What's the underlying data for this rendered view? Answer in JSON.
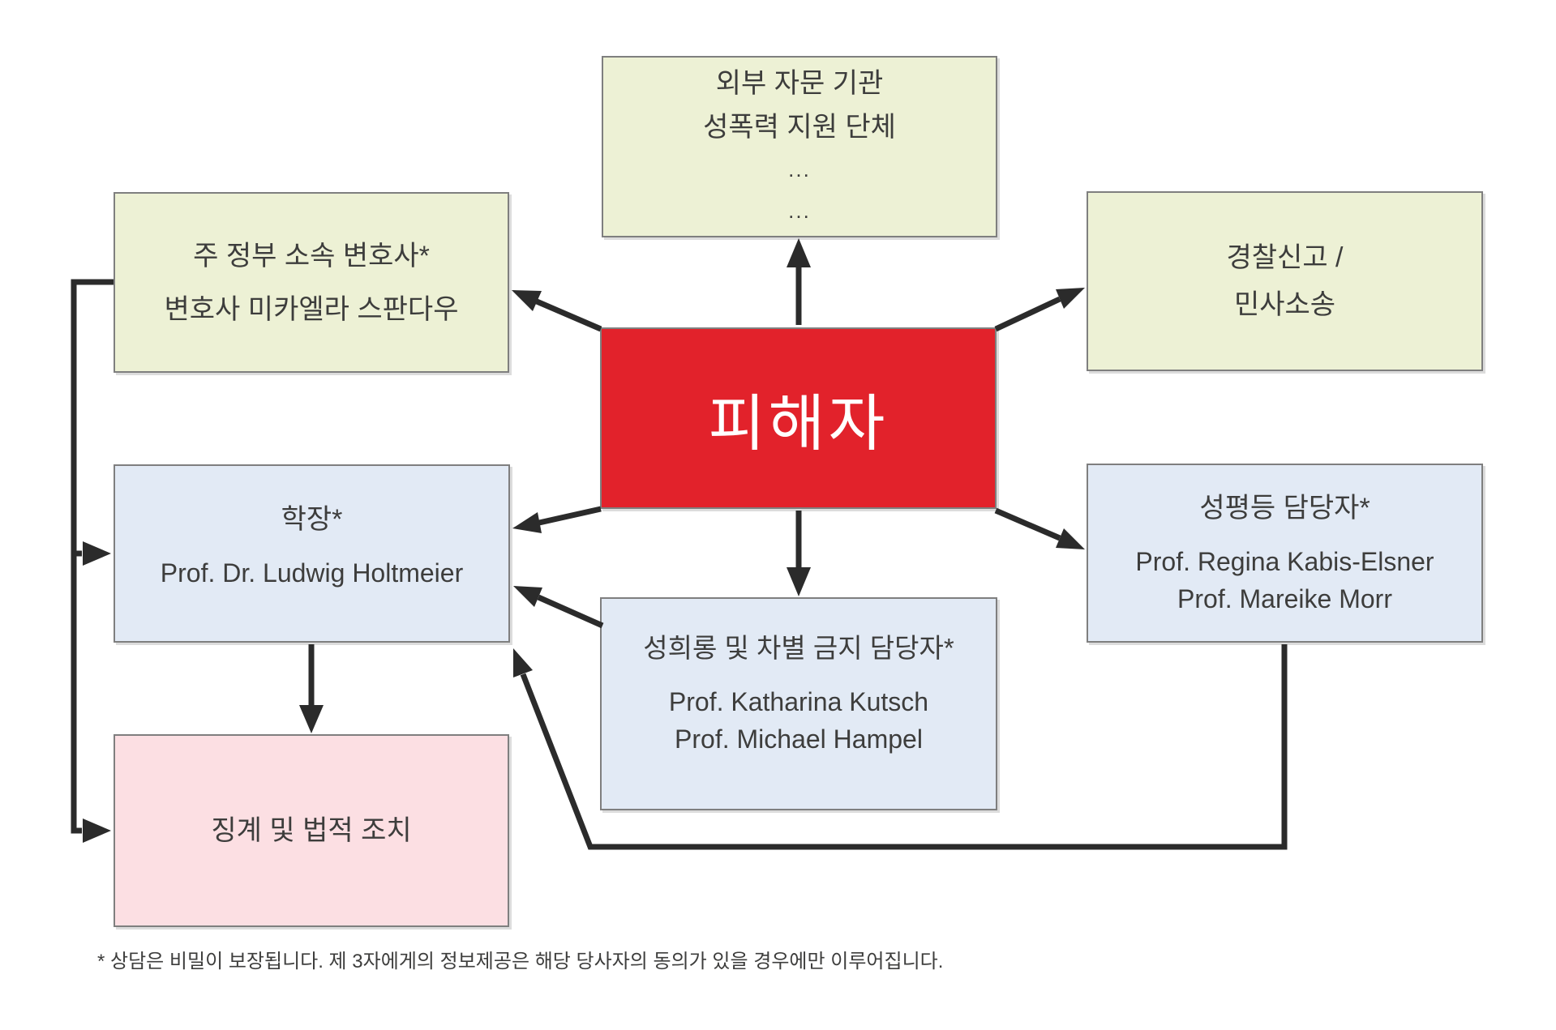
{
  "diagram": {
    "nodes": {
      "external": {
        "lines": [
          "외부 자문 기관",
          "성폭력 지원 단체",
          "...",
          "..."
        ]
      },
      "lawyer": {
        "lines": [
          "주 정부 소속 변호사*",
          "변호사 미카엘라 스판다우"
        ]
      },
      "police": {
        "lines": [
          "경찰신고 /",
          "민사소송"
        ]
      },
      "victim": {
        "label": "피해자"
      },
      "dean": {
        "title": "학장*",
        "names": [
          "Prof. Dr. Ludwig Holtmeier"
        ]
      },
      "equality": {
        "title": "성평등 담당자*",
        "names": [
          "Prof. Regina Kabis-Elsner",
          "Prof. Mareike Morr"
        ]
      },
      "harassment": {
        "title": "성희롱 및 차별 금지 담당자*",
        "names": [
          "Prof. Katharina Kutsch",
          "Prof. Michael Hampel"
        ]
      },
      "disciplinary": {
        "label": "징계 및 법적 조치"
      }
    },
    "edges": [
      {
        "from": "victim",
        "to": "external"
      },
      {
        "from": "victim",
        "to": "lawyer"
      },
      {
        "from": "victim",
        "to": "police"
      },
      {
        "from": "victim",
        "to": "dean"
      },
      {
        "from": "victim",
        "to": "harassment"
      },
      {
        "from": "victim",
        "to": "equality"
      },
      {
        "from": "harassment",
        "to": "dean"
      },
      {
        "from": "equality",
        "to": "dean"
      },
      {
        "from": "dean",
        "to": "disciplinary"
      },
      {
        "from": "lawyer",
        "to": "dean"
      },
      {
        "from": "lawyer",
        "to": "disciplinary"
      }
    ],
    "footnote": "* 상담은 비밀이 보장됩니다. 제 3자에게의 정보제공은 해당 당사자의 동의가 있을 경우에만 이루어집니다."
  },
  "colors": {
    "consult_fill": "#edf1d5",
    "internal_fill": "#e2eaf5",
    "action_fill": "#fcdfe3",
    "victim_fill": "#e2222b",
    "victim_text": "#ffffff",
    "border": "#7f7f7f",
    "line": "#2b2b2b",
    "text": "#3d3d3c",
    "bg": "#ffffff"
  }
}
